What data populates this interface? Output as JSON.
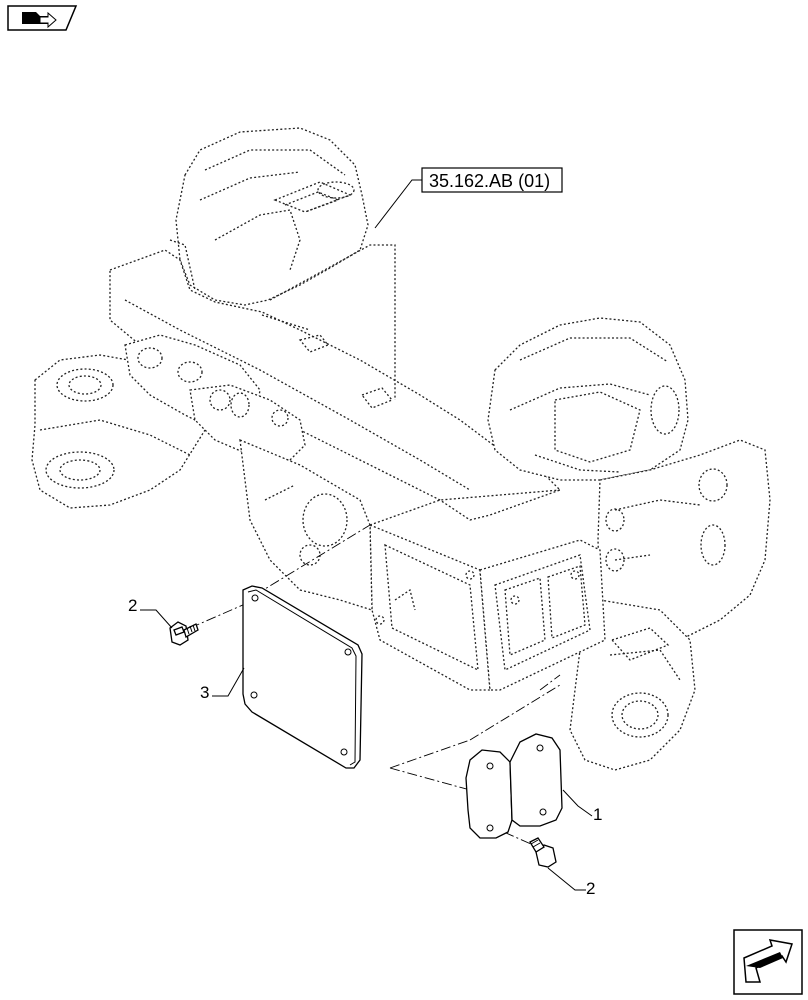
{
  "reference": {
    "label": "35.162.AB (01)"
  },
  "callouts": [
    {
      "id": "callout-2-left",
      "text": "2"
    },
    {
      "id": "callout-3",
      "text": "3"
    },
    {
      "id": "callout-1",
      "text": "1"
    },
    {
      "id": "callout-2-bottom",
      "text": "2"
    }
  ],
  "icons": {
    "top_left": "book-pointer-icon",
    "bottom_right": "next-page-arrow-icon"
  }
}
